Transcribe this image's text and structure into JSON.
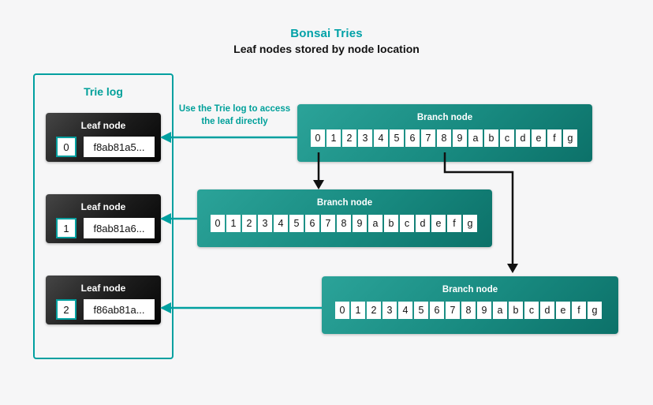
{
  "header": {
    "title": "Bonsai Tries",
    "subtitle": "Leaf nodes stored by node location"
  },
  "trie_log": {
    "title": "Trie log",
    "leaf_card_title": "Leaf node",
    "leaves": [
      {
        "index": "0",
        "hash": "f8ab81a5..."
      },
      {
        "index": "1",
        "hash": "f8ab81a6..."
      },
      {
        "index": "2",
        "hash": "f86ab81a..."
      }
    ]
  },
  "branch": {
    "title": "Branch node",
    "cells": [
      "0",
      "1",
      "2",
      "3",
      "4",
      "5",
      "6",
      "7",
      "8",
      "9",
      "a",
      "b",
      "c",
      "d",
      "e",
      "f",
      "g"
    ]
  },
  "annotation": {
    "text": "Use the Trie log to access the leaf directly"
  },
  "colors": {
    "accent": "#00a0a0",
    "branch_gradient_start": "#2ba399",
    "branch_gradient_end": "#0c7169",
    "leaf_gradient_start": "#454545",
    "leaf_gradient_end": "#050505",
    "background": "#f6f6f7",
    "arrow_black": "#111111"
  }
}
